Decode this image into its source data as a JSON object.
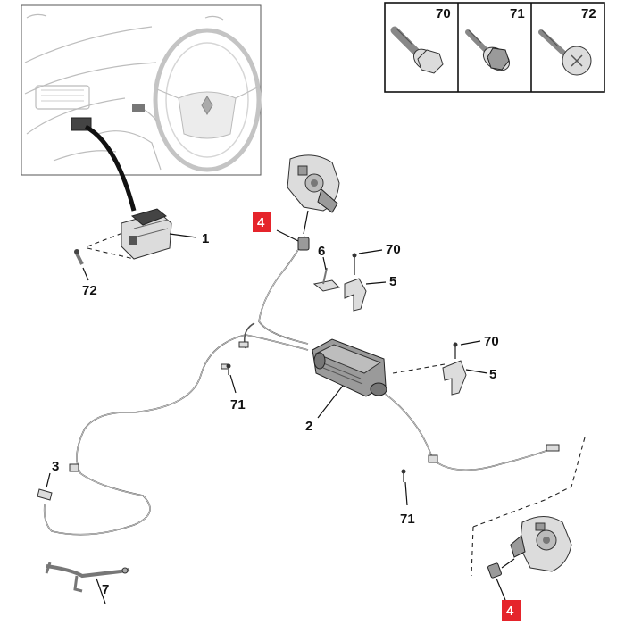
{
  "fastener_legend": [
    "70",
    "71",
    "72"
  ],
  "callouts": {
    "c1": "1",
    "c2": "2",
    "c3": "3",
    "c4_top": "4",
    "c4_bottom": "4",
    "c5_top": "5",
    "c5_mid": "5",
    "c6": "6",
    "c7": "7",
    "c70_top": "70",
    "c70_mid": "70",
    "c71_left": "71",
    "c71_bottom": "71",
    "c72": "72"
  },
  "colors": {
    "highlight_red": "#e5242b",
    "line": "#111111",
    "part_gray": "#dcdcdc"
  },
  "icons": {
    "fastener_70": "flange-bolt-icon",
    "fastener_71": "washer-screw-icon",
    "fastener_72": "pan-head-screw-icon"
  }
}
